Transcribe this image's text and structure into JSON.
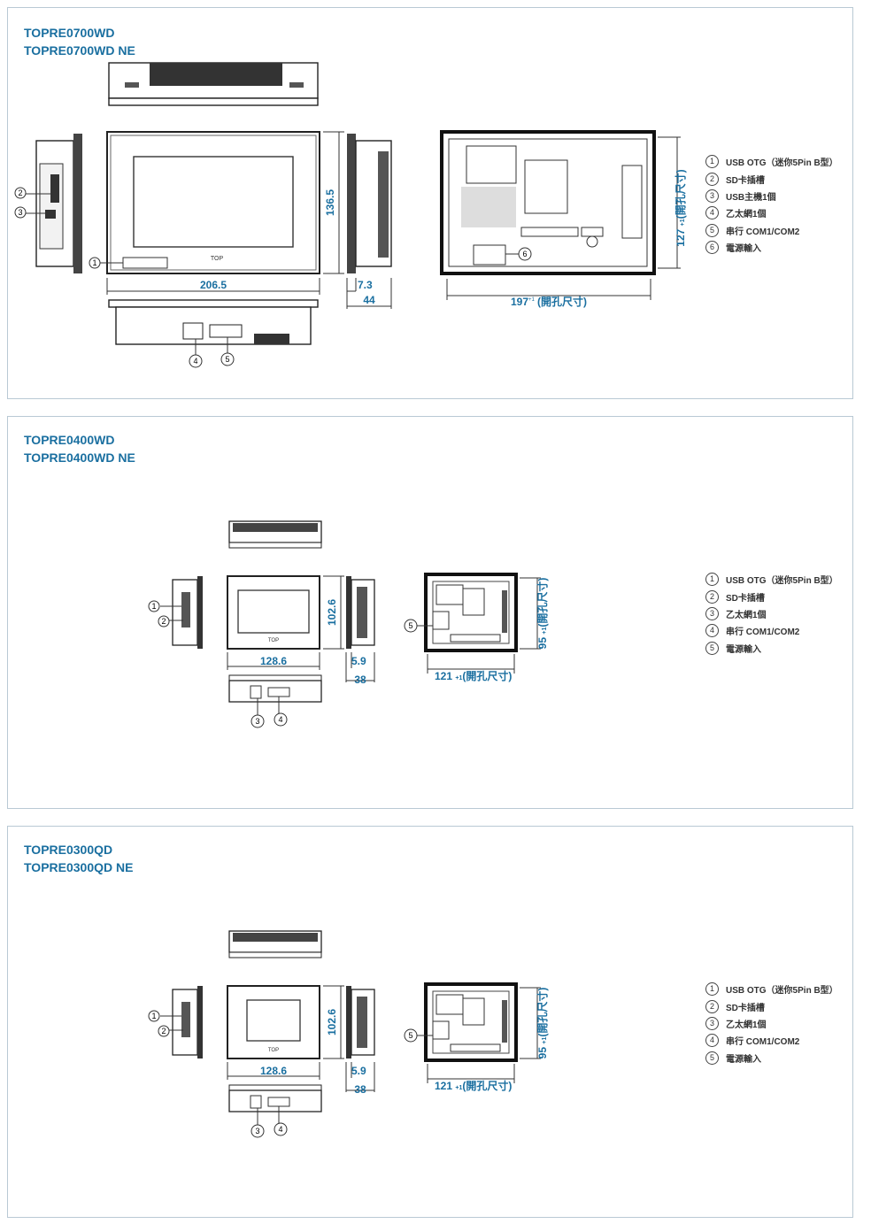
{
  "sections": [
    {
      "title_line1": "TOPRE0700WD",
      "title_line2": "TOPRE0700WD NE",
      "dims": {
        "width": "206.5",
        "height": "136.5",
        "depth_a": "7.3",
        "depth_b": "44",
        "cut_w": "197",
        "cut_h": "127",
        "tol": "+1",
        "cut_label": "(開孔尺寸)"
      },
      "callouts": [
        "1",
        "2",
        "3",
        "4",
        "5",
        "6"
      ],
      "brand": "TOP",
      "legend": [
        {
          "num": "1",
          "text": "USB OTG（迷你5Pin B型）"
        },
        {
          "num": "2",
          "text": "SD卡插槽"
        },
        {
          "num": "3",
          "text": "USB主機1個"
        },
        {
          "num": "4",
          "text": "乙太網1個"
        },
        {
          "num": "5",
          "text": "串行 COM1/COM2"
        },
        {
          "num": "6",
          "text": "電源輸入"
        }
      ]
    },
    {
      "title_line1": "TOPRE0400WD",
      "title_line2": "TOPRE0400WD NE",
      "dims": {
        "width": "128.6",
        "height": "102.6",
        "depth_a": "5.9",
        "depth_b": "38",
        "cut_w": "121",
        "cut_h": "95",
        "tol": "+1",
        "cut_label": "(開孔尺寸)"
      },
      "callouts": [
        "1",
        "2",
        "3",
        "4",
        "5"
      ],
      "brand": "TOP",
      "legend": [
        {
          "num": "1",
          "text": "USB OTG（迷你5Pin B型）"
        },
        {
          "num": "2",
          "text": "SD卡插槽"
        },
        {
          "num": "3",
          "text": "乙太網1個"
        },
        {
          "num": "4",
          "text": "串行 COM1/COM2"
        },
        {
          "num": "5",
          "text": "電源輸入"
        }
      ]
    },
    {
      "title_line1": "TOPRE0300QD",
      "title_line2": "TOPRE0300QD NE",
      "dims": {
        "width": "128.6",
        "height": "102.6",
        "depth_a": "5.9",
        "depth_b": "38",
        "cut_w": "121",
        "cut_h": "95",
        "tol": "+1",
        "cut_label": "(開孔尺寸)"
      },
      "callouts": [
        "1",
        "2",
        "3",
        "4",
        "5"
      ],
      "brand": "TOP",
      "legend": [
        {
          "num": "1",
          "text": "USB OTG（迷你5Pin B型）"
        },
        {
          "num": "2",
          "text": "SD卡插槽"
        },
        {
          "num": "3",
          "text": "乙太網1個"
        },
        {
          "num": "4",
          "text": "串行 COM1/COM2"
        },
        {
          "num": "5",
          "text": "電源輸入"
        }
      ]
    }
  ]
}
